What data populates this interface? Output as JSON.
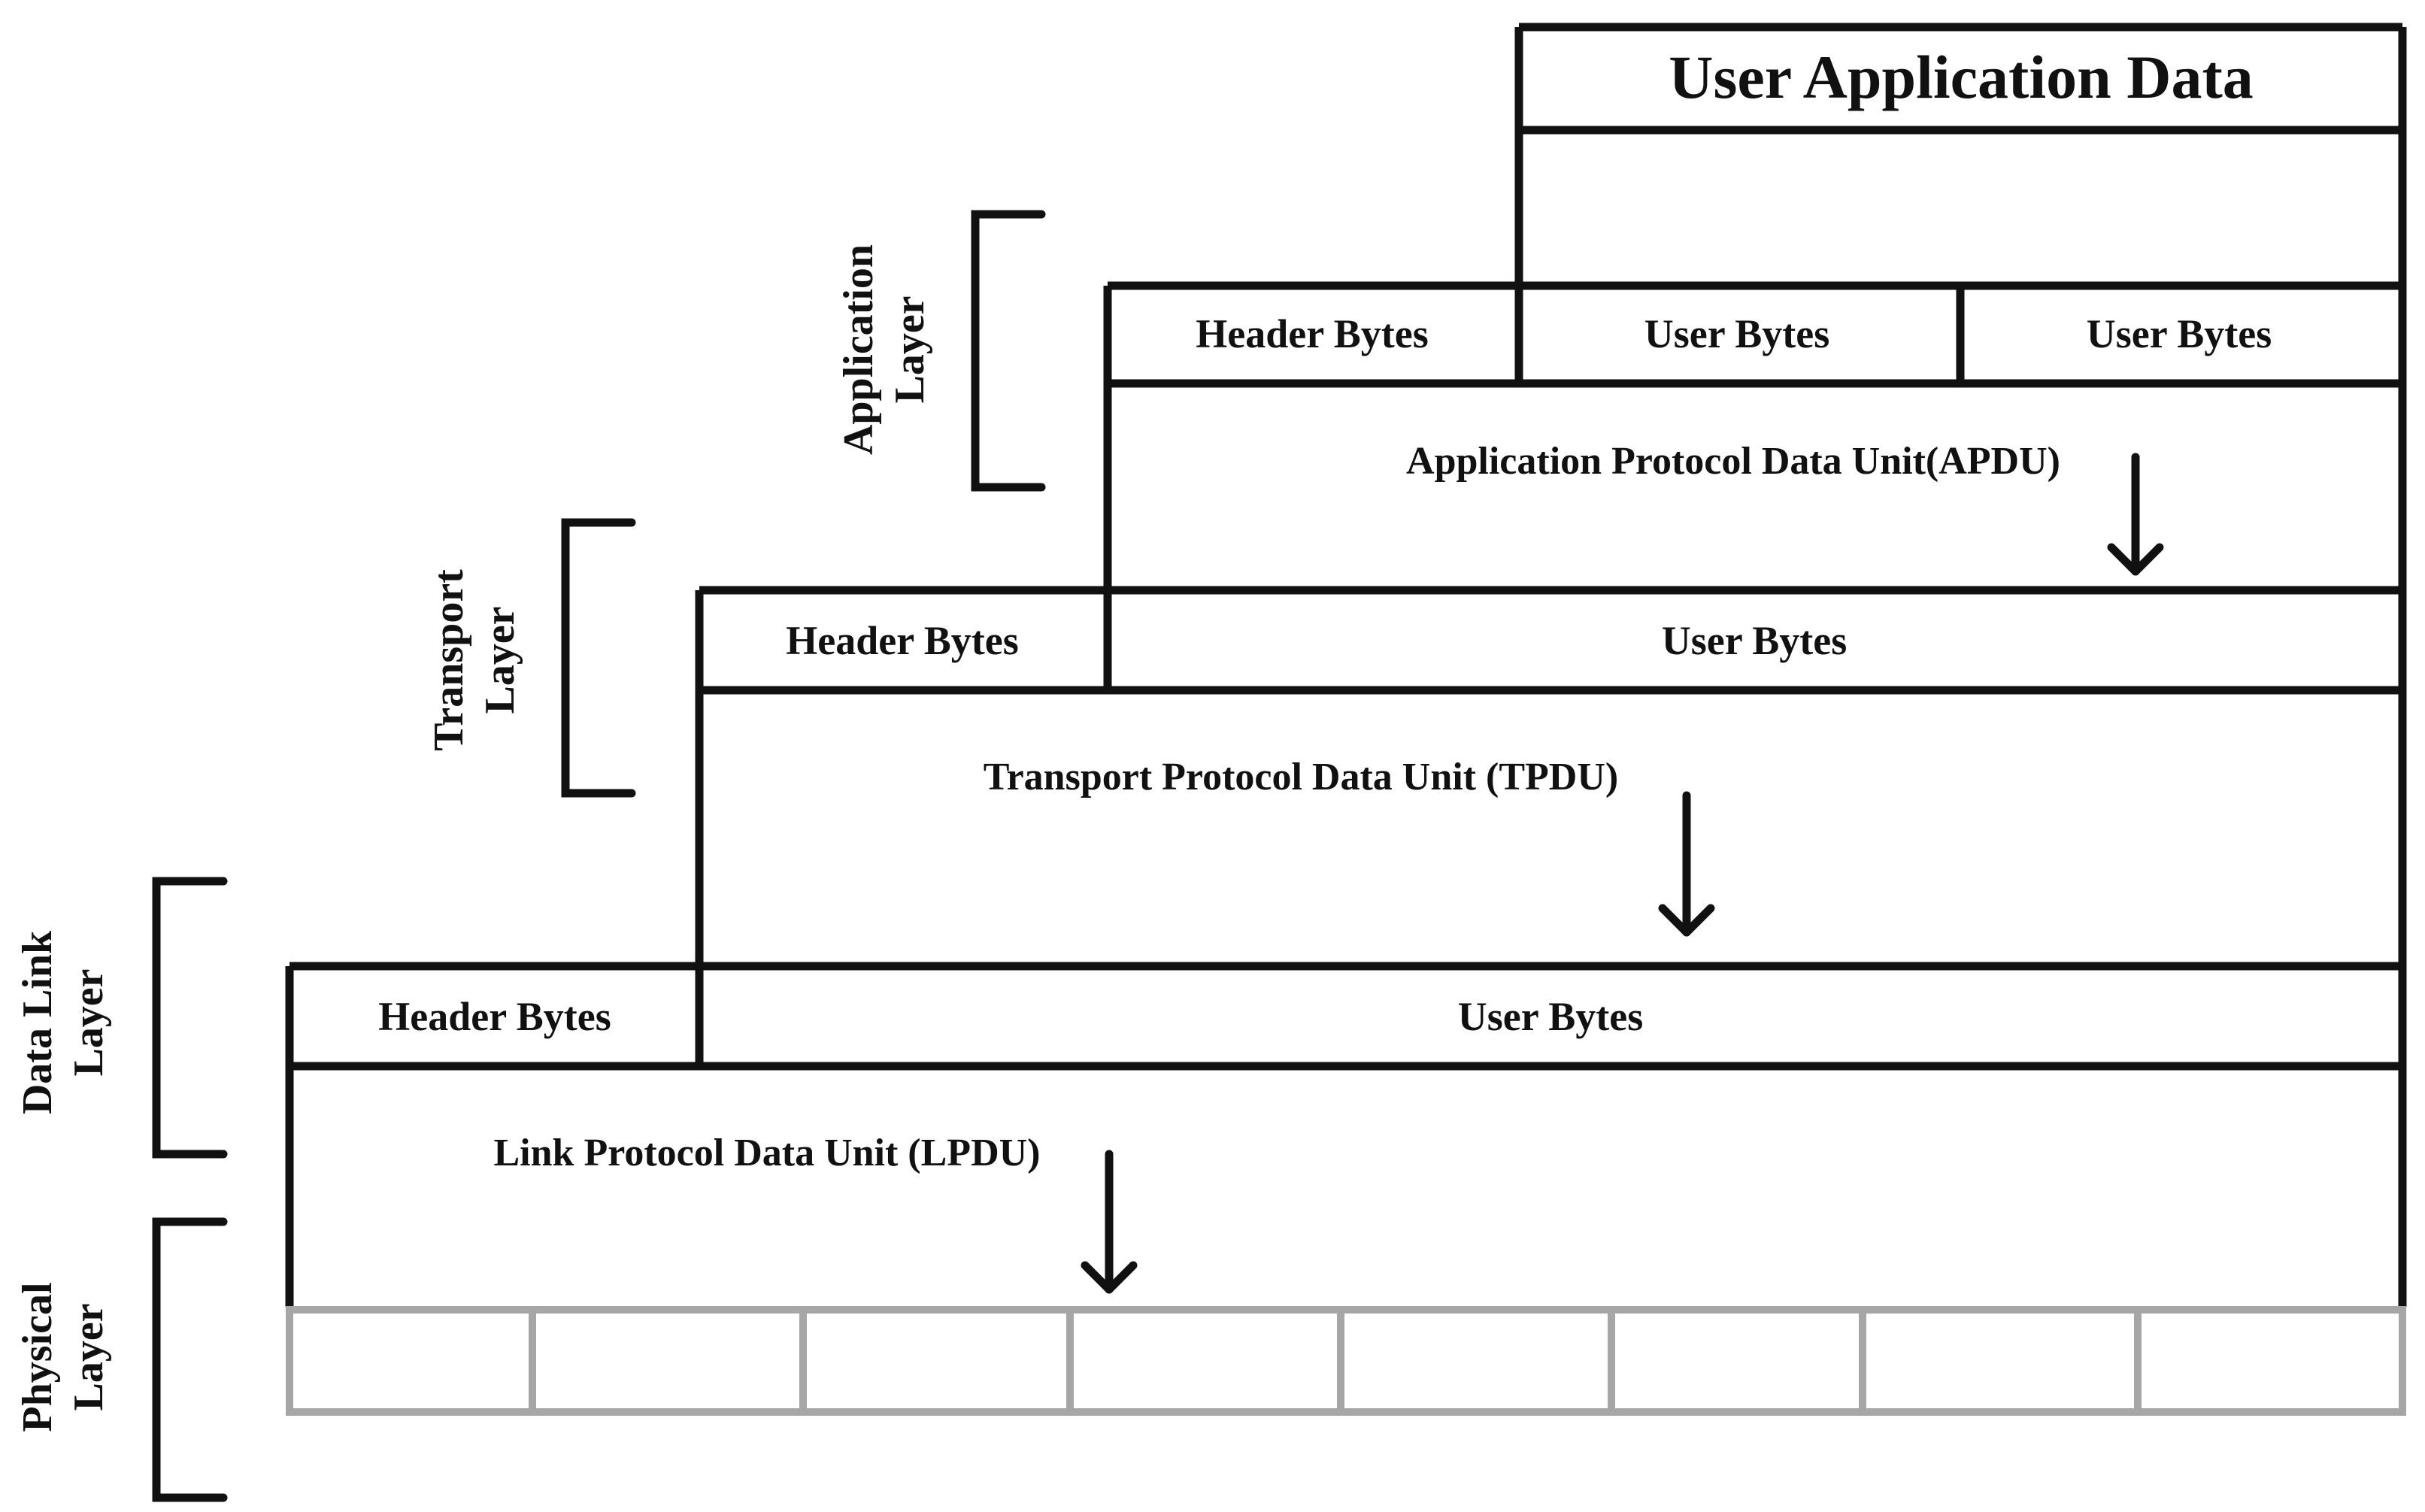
{
  "colors": {
    "line": "#111111",
    "physical_grid": "#a6a6a6",
    "background": "#ffffff"
  },
  "title": "User Application Data",
  "layers": {
    "application": {
      "line1": "Application",
      "line2": "Layer"
    },
    "transport": {
      "line1": "Transport",
      "line2": "Layer"
    },
    "data_link": {
      "line1": "Data Link",
      "line2": "Layer"
    },
    "physical": {
      "line1": "Physical",
      "line2": "Layer"
    }
  },
  "application_row": {
    "header": "Header Bytes",
    "user_1": "User Bytes",
    "user_2": "User Bytes",
    "pdu": "Application Protocol Data Unit(APDU)"
  },
  "transport_row": {
    "header": "Header Bytes",
    "user": "User Bytes",
    "pdu": "Transport Protocol Data Unit (TPDU)"
  },
  "link_row": {
    "header": "Header Bytes",
    "user": "User Bytes",
    "pdu": "Link Protocol Data Unit (LPDU)"
  },
  "physical_row": {
    "cell_count": 8
  },
  "icons": [
    "down-arrow-icon",
    "layer-bracket-icon"
  ]
}
